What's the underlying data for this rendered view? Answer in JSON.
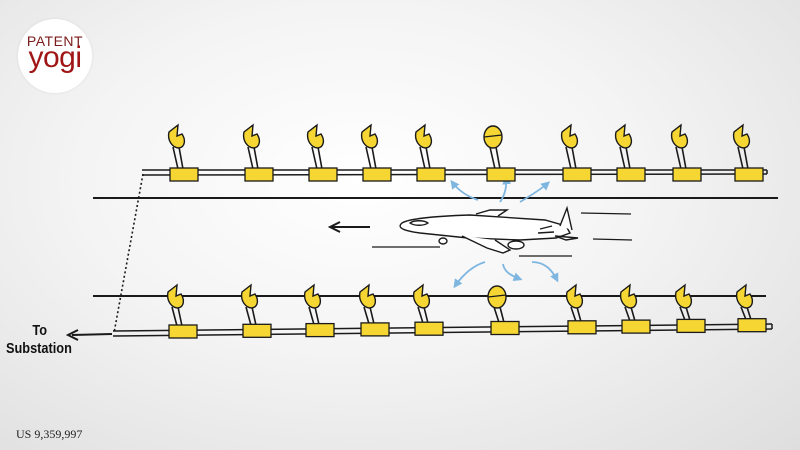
{
  "logo": {
    "top": "PATENT",
    "bottom": "yogi"
  },
  "destination_label": {
    "line1": "To",
    "line2": "Substation"
  },
  "patent_number": "US 9,359,997",
  "colors": {
    "transducer_yellow": "#f5d632",
    "airflow_arrow_blue": "#7fb6e0",
    "line_dark": "#1a1a1a"
  },
  "rows": [
    {
      "name": "upper",
      "devices": 10,
      "open_device_index": 5
    },
    {
      "name": "lower",
      "devices": 10,
      "open_device_index": 5
    }
  ]
}
